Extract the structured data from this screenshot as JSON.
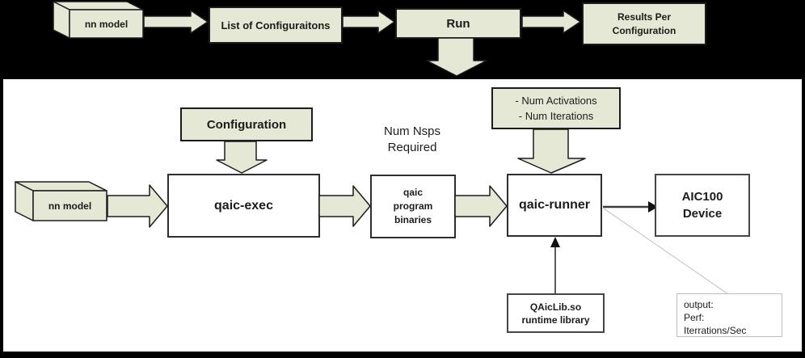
{
  "colors": {
    "background": "#000000",
    "panel": "#ffffff",
    "shape_fill": "#e5e8d4",
    "ink": "#1c1c1c",
    "connector_gray": "#3d3d3d",
    "callout_gray": "#bdbdbd"
  },
  "top_flow": {
    "nn_model_label": "nn model",
    "list_of_configurations": "List of Configuraitons",
    "run": "Run",
    "results_line1": "Results Per",
    "results_line2": "Configuration"
  },
  "main_flow": {
    "configuration": "Configuration",
    "nn_model_label": "nn model",
    "qaic_exec": "qaic-exec",
    "num_nsps_line1": "Num Nsps",
    "num_nsps_line2": "Required",
    "binaries_line1": "qaic",
    "binaries_line2": "program",
    "binaries_line3": "binaries",
    "params_line1": "- Num Activations",
    "params_line2": "- Num Iterations",
    "qaic_runner": "qaic-runner",
    "aic_line1": "AIC100",
    "aic_line2": "Device",
    "runtime_line1": "QAicLib.so",
    "runtime_line2": "runtime library",
    "output_line1": "output:",
    "output_line2": "Perf:",
    "output_line3": "Iterrations/Sec"
  }
}
